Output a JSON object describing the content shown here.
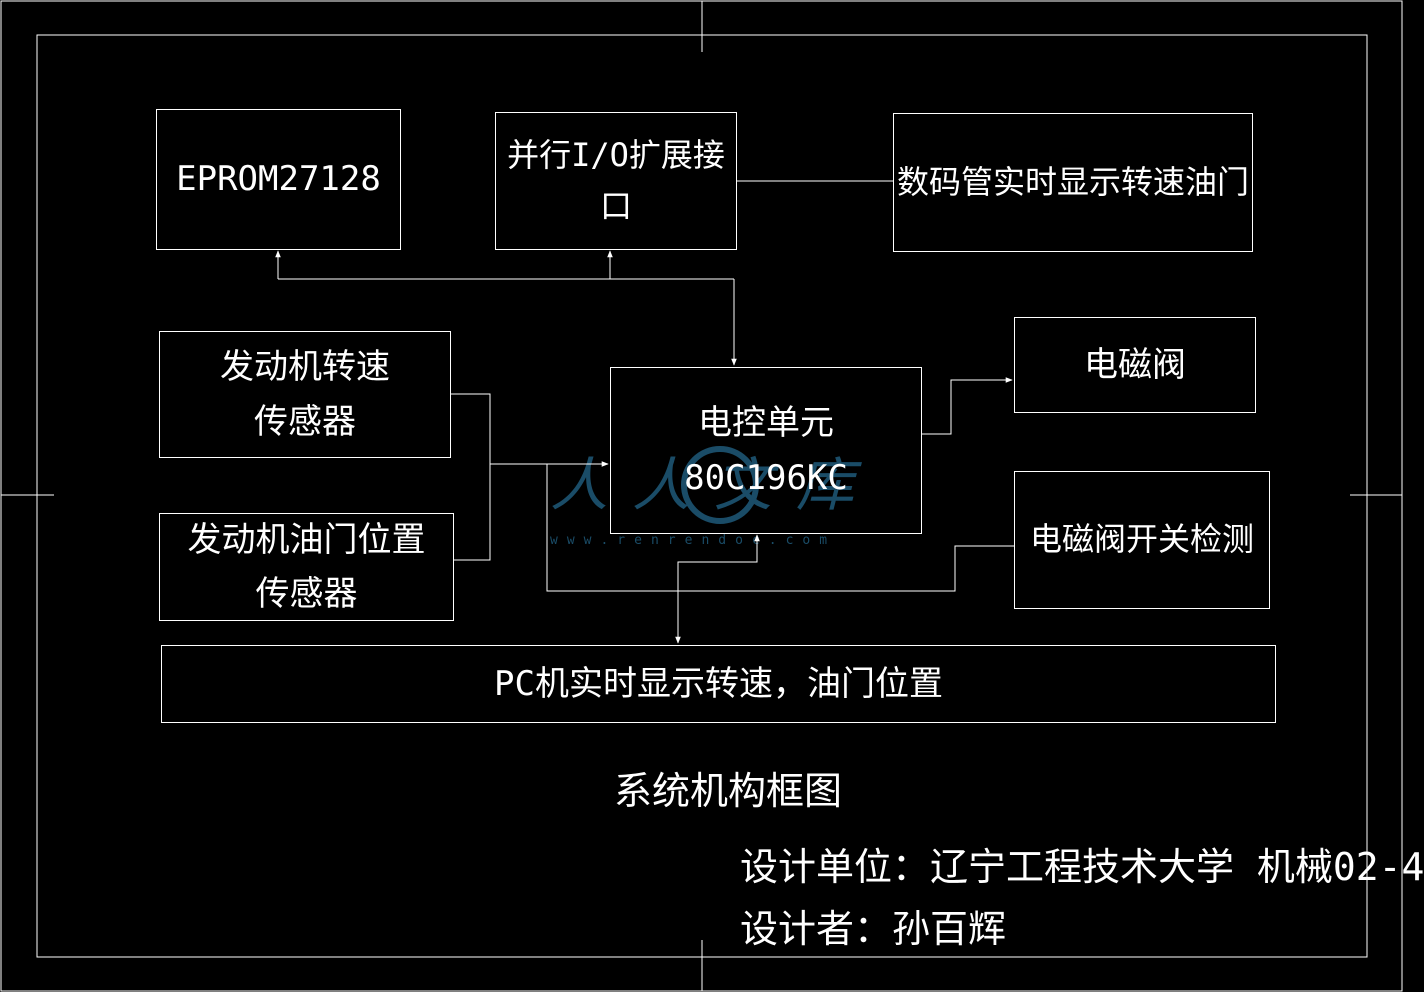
{
  "blocks": {
    "eprom": {
      "line1": "EPROM27128"
    },
    "parallel_io": {
      "line1": "并行I/O扩展接口"
    },
    "display": {
      "line1": "数码管实时显示转速油门"
    },
    "speed_sensor": {
      "line1": "发动机转速",
      "line2": "传感器"
    },
    "throttle_sensor": {
      "line1": "发动机油门位置",
      "line2": "传感器"
    },
    "ecu": {
      "line1": "电控单元",
      "line2": "80C196KC"
    },
    "solenoid": {
      "line1": "电磁阀"
    },
    "solenoid_detect": {
      "line1": "电磁阀开关检测"
    },
    "pc": {
      "line1": "PC机实时显示转速，油门位置"
    }
  },
  "caption": "系统机构框图",
  "footer": {
    "unit": "设计单位：辽宁工程技术大学 机械02-4",
    "designer": "设计者：孙百辉"
  },
  "watermark": {
    "mark": "人人文库",
    "url": "www.renrendoc.com"
  },
  "colors": {
    "background": "#000000",
    "line": "#ffffff",
    "watermark": "#1f5a7a"
  }
}
